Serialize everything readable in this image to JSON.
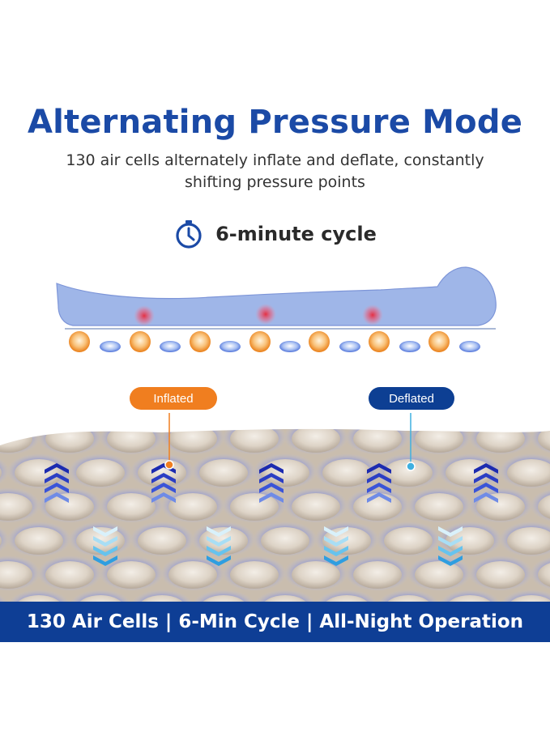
{
  "title": "Alternating Pressure Mode",
  "subtitle": "130 air cells alternately inflate and deflate, constantly shifting pressure points",
  "cycle_label": "6-minute cycle",
  "icons": {
    "cycle": "stopwatch-icon"
  },
  "labels": {
    "inflated": "Inflated",
    "deflated": "Deflated"
  },
  "banner_text": "130 Air Cells | 6-Min Cycle | All-Night Operation",
  "colors": {
    "title": "#1b4aa6",
    "banner": "#0e3e95",
    "inflated": "#f07e1f",
    "deflated": "#0d3f93",
    "body_fill": "#9fb6e8",
    "pressure_point": "#e8293a",
    "mattress_cell": "#ddd3c6",
    "mattress_groove": "#5a6fe0"
  }
}
